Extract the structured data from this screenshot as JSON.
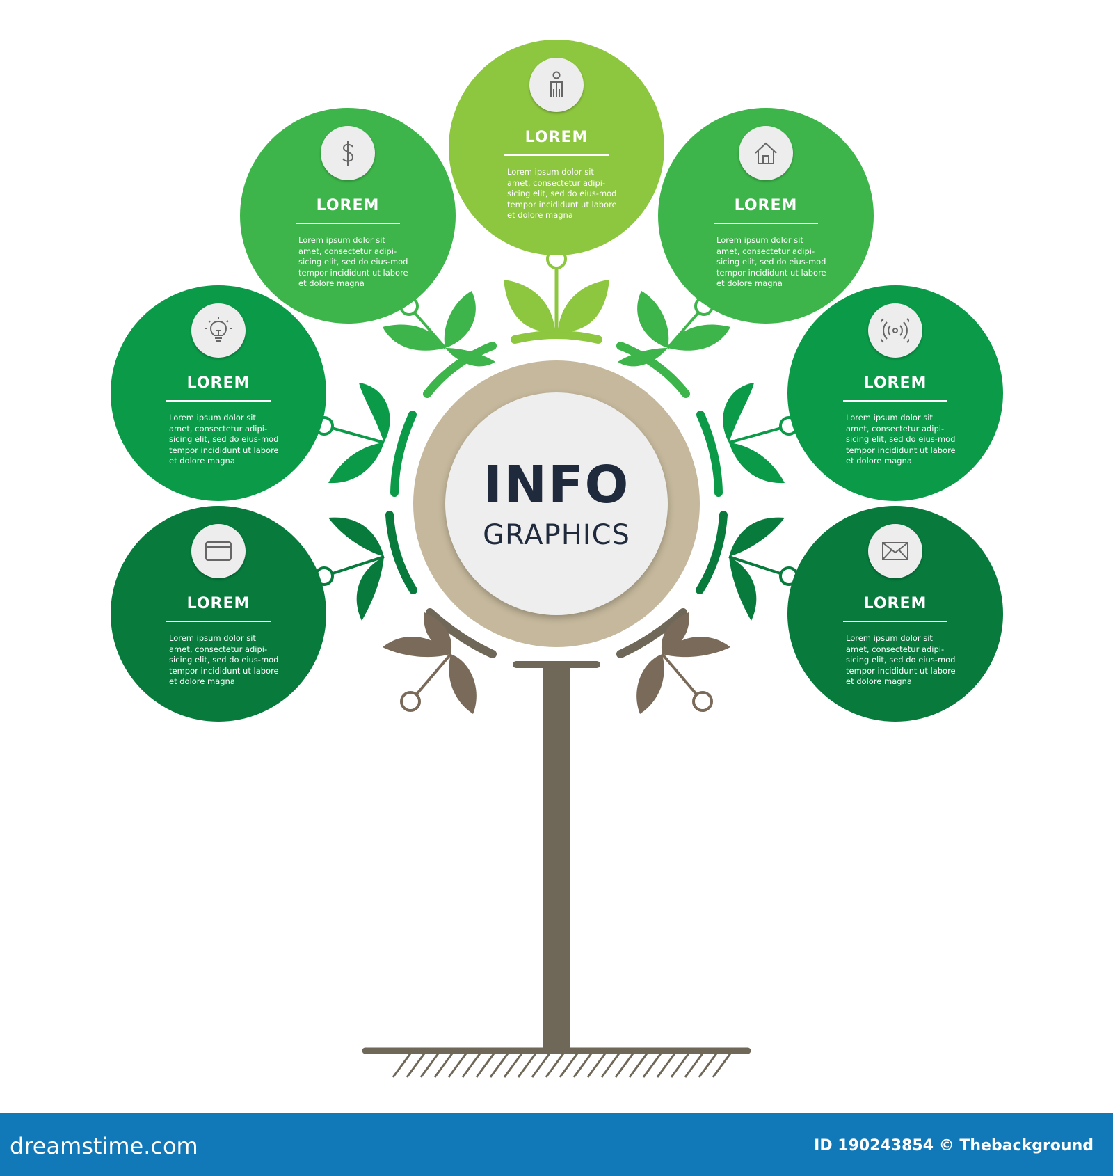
{
  "center": {
    "title": "INFO",
    "subtitle": "GRAPHICS",
    "ring_color": "#c5b89c",
    "text_color": "#1f2a3d"
  },
  "nodes": [
    {
      "id": "top",
      "title": "LOREM",
      "icon": "person-icon",
      "color": "#8dc63f",
      "body": "Lorem ipsum dolor sit amet, consectetur adipi-sicing elit, sed do eius-mod tempor incididunt ut labore et dolore magna"
    },
    {
      "id": "upper-left",
      "title": "LOREM",
      "icon": "dollar-icon",
      "color": "#3db54a",
      "body": "Lorem ipsum dolor sit amet, consectetur adipi-sicing elit, sed do eius-mod tempor incididunt ut labore et dolore magna"
    },
    {
      "id": "upper-right",
      "title": "LOREM",
      "icon": "home-icon",
      "color": "#3db54a",
      "body": "Lorem ipsum dolor sit amet, consectetur adipi-sicing elit, sed do eius-mod tempor incididunt ut labore et dolore magna"
    },
    {
      "id": "middle-left",
      "title": "LOREM",
      "icon": "lightbulb-icon",
      "color": "#0a9a48",
      "body": "Lorem ipsum dolor sit amet, consectetur adipi-sicing elit, sed do eius-mod tempor incididunt ut labore et dolore magna"
    },
    {
      "id": "middle-right",
      "title": "LOREM",
      "icon": "wireless-icon",
      "color": "#0a9a48",
      "body": "Lorem ipsum dolor sit amet, consectetur adipi-sicing elit, sed do eius-mod tempor incididunt ut labore et dolore magna"
    },
    {
      "id": "lower-left",
      "title": "LOREM",
      "icon": "card-icon",
      "color": "#077a3c",
      "body": "Lorem ipsum dolor sit amet, consectetur adipi-sicing elit, sed do eius-mod tempor incididunt ut labore et dolore magna"
    },
    {
      "id": "lower-right",
      "title": "LOREM",
      "icon": "envelope-icon",
      "color": "#077a3c",
      "body": "Lorem ipsum dolor sit amet, consectetur adipi-sicing elit, sed do eius-mod tempor incididunt ut labore et dolore magna"
    }
  ],
  "colors": {
    "trunk": "#6f6757",
    "leaf_brown": "#7a6a5a",
    "footer": "#1279b8"
  },
  "footer": {
    "brand": "dreamstime.com",
    "credit": "ID 190243854 © Thebackground"
  }
}
